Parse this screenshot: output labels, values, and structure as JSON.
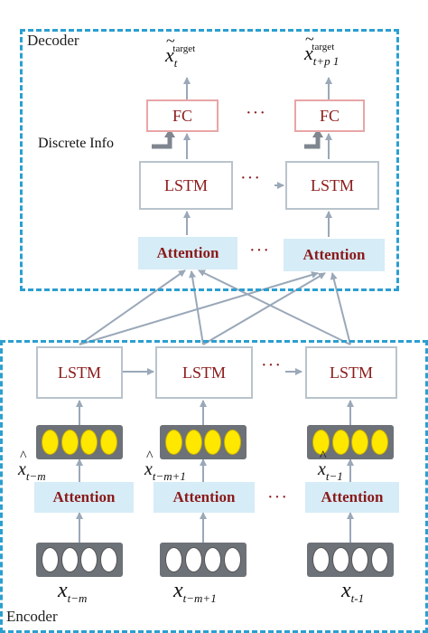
{
  "decoder": {
    "label": "Decoder",
    "discrete_info": "Discrete Info",
    "outputs": [
      {
        "base": "x",
        "sub": "t",
        "sup": "target"
      },
      {
        "base": "x",
        "sub": "t+p 1",
        "sup": "target"
      }
    ],
    "fc_label": "FC",
    "lstm_label": "LSTM",
    "attention_label": "Attention",
    "ellipsis": "···"
  },
  "encoder": {
    "label": "Encoder",
    "lstm_label": "LSTM",
    "attention_label": "Attention",
    "ellipsis": "···",
    "hidden_labels": [
      {
        "base": "x",
        "sub": "t−m"
      },
      {
        "base": "x",
        "sub": "t−m+1"
      },
      {
        "base": "x",
        "sub": "t−1"
      }
    ],
    "input_labels": [
      {
        "base": "x",
        "sub": "t−m"
      },
      {
        "base": "x",
        "sub": "t−m+1"
      },
      {
        "base": "x",
        "sub": "t-1"
      }
    ]
  },
  "colors": {
    "dashed_border": "#2b9fd0",
    "arrow": "#9aa8b8",
    "text_red": "#8b1a1a",
    "attention_fill": "#d6ecf7",
    "yellow_cell": "#ffe800"
  }
}
